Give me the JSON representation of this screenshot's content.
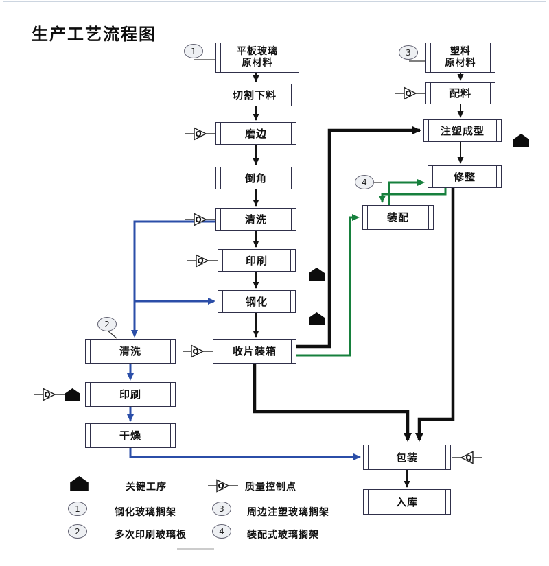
{
  "title": "生产工艺流程图",
  "nodes": {
    "glass_raw": {
      "line1": "平板玻璃",
      "line2": "原材料"
    },
    "cut": "切割下料",
    "grind": "磨边",
    "chamfer": "倒角",
    "clean1": "清洗",
    "print1": "印刷",
    "temper": "钢化",
    "collect": "收片装箱",
    "plastic_raw": {
      "line1": "塑料",
      "line2": "原材料"
    },
    "batch": "配料",
    "inject": "注塑成型",
    "trim": "修整",
    "assemble": "装配",
    "clean2": "清洗",
    "print2": "印刷",
    "dry": "干燥",
    "pack": "包装",
    "store": "入库"
  },
  "markers": {
    "quality": "Q",
    "n1": "1",
    "n2": "2",
    "n3": "3",
    "n4": "4"
  },
  "legend": {
    "key_process": "关键工序",
    "quality_point": "质量控制点",
    "note1": "钢化玻璃搁架",
    "note2": "多次印刷玻璃板",
    "note3": "周边注塑玻璃搁架",
    "note4": "装配式玻璃搁架"
  },
  "edges": [
    [
      "glass_raw",
      "cut",
      "black"
    ],
    [
      "cut",
      "grind",
      "black"
    ],
    [
      "grind",
      "chamfer",
      "black"
    ],
    [
      "chamfer",
      "clean1",
      "black"
    ],
    [
      "clean1",
      "print1",
      "black"
    ],
    [
      "print1",
      "temper",
      "black"
    ],
    [
      "temper",
      "collect",
      "black"
    ],
    [
      "plastic_raw",
      "batch",
      "black"
    ],
    [
      "batch",
      "inject",
      "black"
    ],
    [
      "inject",
      "trim",
      "black"
    ],
    [
      "collect",
      "inject",
      "black-thick"
    ],
    [
      "collect",
      "pack",
      "black-thick"
    ],
    [
      "trim",
      "pack",
      "black-thick"
    ],
    [
      "pack",
      "store",
      "black"
    ],
    [
      "clean1",
      "temper",
      "blue"
    ],
    [
      "clean1",
      "clean2",
      "blue"
    ],
    [
      "clean2",
      "print2",
      "blue"
    ],
    [
      "print2",
      "dry",
      "blue"
    ],
    [
      "dry",
      "pack",
      "blue"
    ],
    [
      "collect",
      "assemble",
      "green"
    ],
    [
      "trim",
      "assemble",
      "green"
    ],
    [
      "assemble",
      "trim",
      "green"
    ]
  ],
  "colors": {
    "flow_black": "#141414",
    "flow_blue": "#2b4ea8",
    "flow_green": "#17803d",
    "box_border": "#30304a"
  }
}
